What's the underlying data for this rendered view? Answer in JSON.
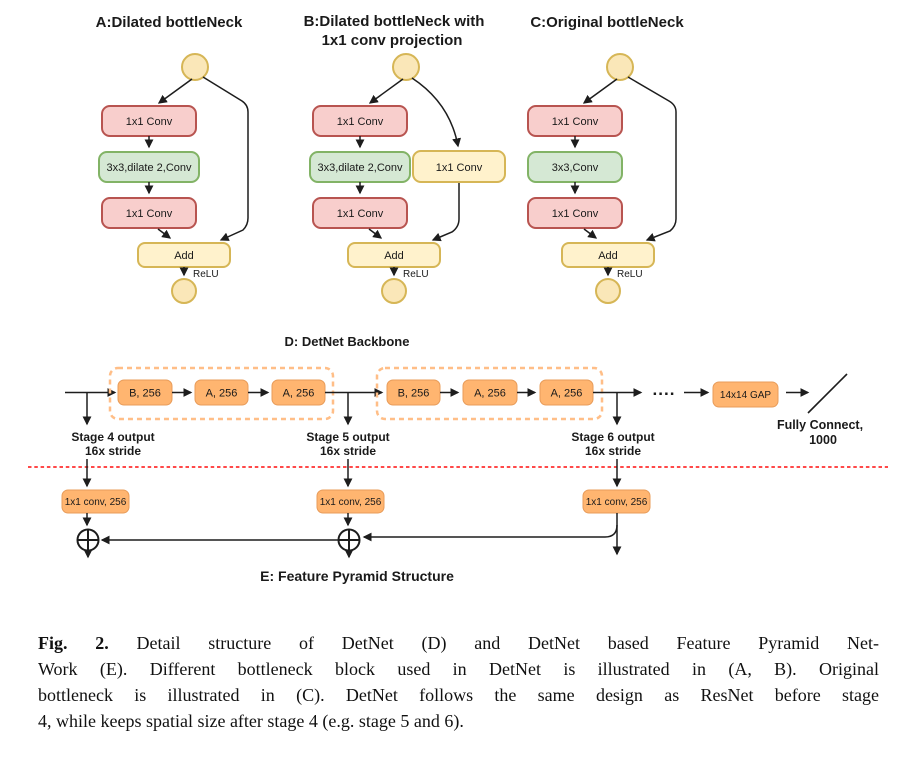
{
  "panel_a": {
    "title": "A:Dilated bottleNeck",
    "box1": "1x1 Conv",
    "box2": "3x3,dilate 2,Conv",
    "box3": "1x1 Conv",
    "add_label": "Add",
    "relu_label": "ReLU"
  },
  "panel_b": {
    "title_line1": "B:Dilated bottleNeck with",
    "title_line2": "1x1 conv projection",
    "box1": "1x1 Conv",
    "box2": "3x3,dilate 2,Conv",
    "box3": "1x1 Conv",
    "projection_box": "1x1 Conv",
    "add_label": "Add",
    "relu_label": "ReLU"
  },
  "panel_c": {
    "title": "C:Original bottleNeck",
    "box1": "1x1 Conv",
    "box2": "3x3,Conv",
    "box3": "1x1 Conv",
    "add_label": "Add",
    "relu_label": "ReLU"
  },
  "panel_d": {
    "title": "D: DetNet Backbone",
    "stage5_blocks": [
      "B, 256",
      "A, 256",
      "A, 256"
    ],
    "stage6_blocks": [
      "B, 256",
      "A, 256",
      "A, 256"
    ],
    "ellipsis": "....",
    "gap_box": "14x14 GAP",
    "fc_label_line1": "Fully Connect,",
    "fc_label_line2": "1000",
    "stage4_label_line1": "Stage 4 output",
    "stage4_label_line2": "16x stride",
    "stage5_label_line1": "Stage 5 output",
    "stage5_label_line2": "16x stride",
    "stage6_label_line1": "Stage 6 output",
    "stage6_label_line2": "16x stride"
  },
  "panel_e": {
    "title": "E: Feature Pyramid Structure",
    "conv_box1": "1x1 conv, 256",
    "conv_box2": "1x1 conv, 256",
    "conv_box3": "1x1 conv, 256"
  },
  "caption": {
    "fig_label": "Fig. 2.",
    "line1": "Detail structure of DetNet (D) and DetNet based Feature Pyramid Net-",
    "line2": "Work (E). Different bottleneck block used in DetNet is illustrated in (A, B). Original",
    "line3": "bottleneck is illustrated in  (C). DetNet follows the same design as ResNet before stage",
    "line4": "4, while keeps spatial size after stage 4 (e.g. stage 5 and 6)."
  },
  "colors": {
    "red_box_fill": "#f8cecc",
    "red_box_stroke": "#b85450",
    "green_box_fill": "#d5e8d4",
    "green_box_stroke": "#82b366",
    "yellow_box_fill": "#fff2cc",
    "yellow_box_stroke": "#d6b656",
    "circle_fill": "#fae7b8",
    "orange_box_fill": "#ffb570",
    "orange_box_stroke": "#e89c5a",
    "dashed_group_stroke": "#ffbe87",
    "divider_red": "#ff0d0d",
    "edge_stroke": "#1d1d1d"
  }
}
